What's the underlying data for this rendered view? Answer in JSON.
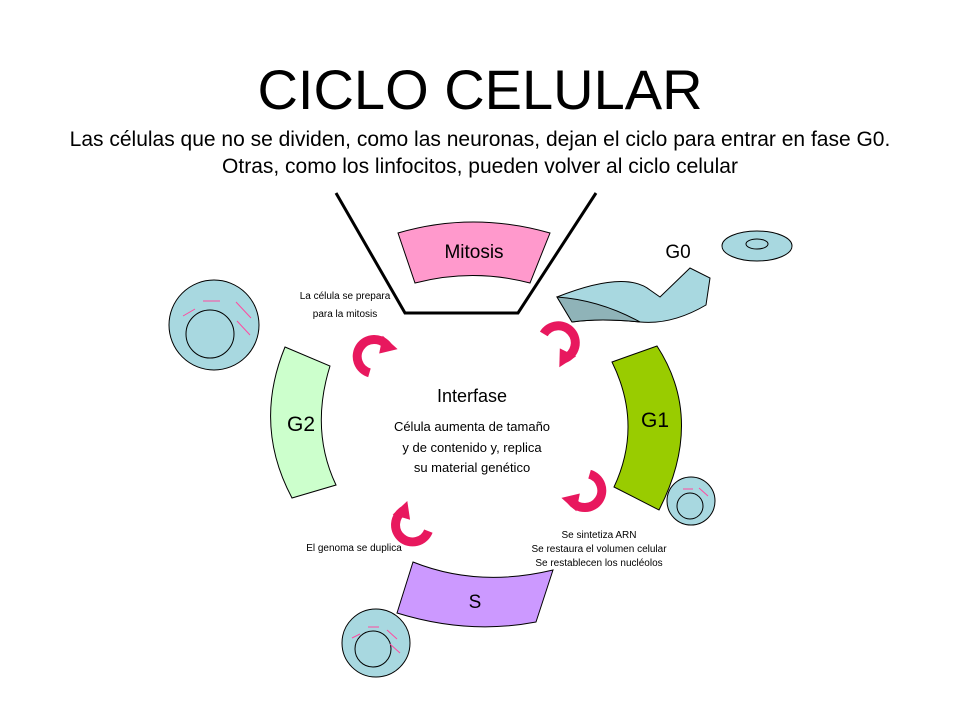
{
  "title": "CICLO CELULAR",
  "subtitle": "Las células que no se dividen, como las neuronas, dejan el ciclo para entrar en fase G0. Otras, como los linfocitos, pueden volver al ciclo celular",
  "phases": {
    "mitosis": "Mitosis",
    "g1": "G1",
    "s": "S",
    "g2": "G2",
    "g0": "G0"
  },
  "interfase": {
    "title": "Interfase",
    "lines": [
      "Célula aumenta de tamaño",
      "y de contenido y, replica",
      "su material genético"
    ]
  },
  "notes": {
    "g2_note": [
      "La célula se prepara",
      "para la mitosis"
    ],
    "s_note": "El genoma se duplica",
    "g1_note": [
      "Se sintetiza ARN",
      "Se restaura el volumen celular",
      "Se restablecen los nucléolos"
    ]
  },
  "colors": {
    "mitosis": "#ff99cc",
    "g1": "#99cc00",
    "s": "#cc99ff",
    "g2": "#ccffcc",
    "g0_arrow": "#a8d8e0",
    "cell": "#a8d8e0",
    "cycle_arrow": "#e8185e"
  }
}
